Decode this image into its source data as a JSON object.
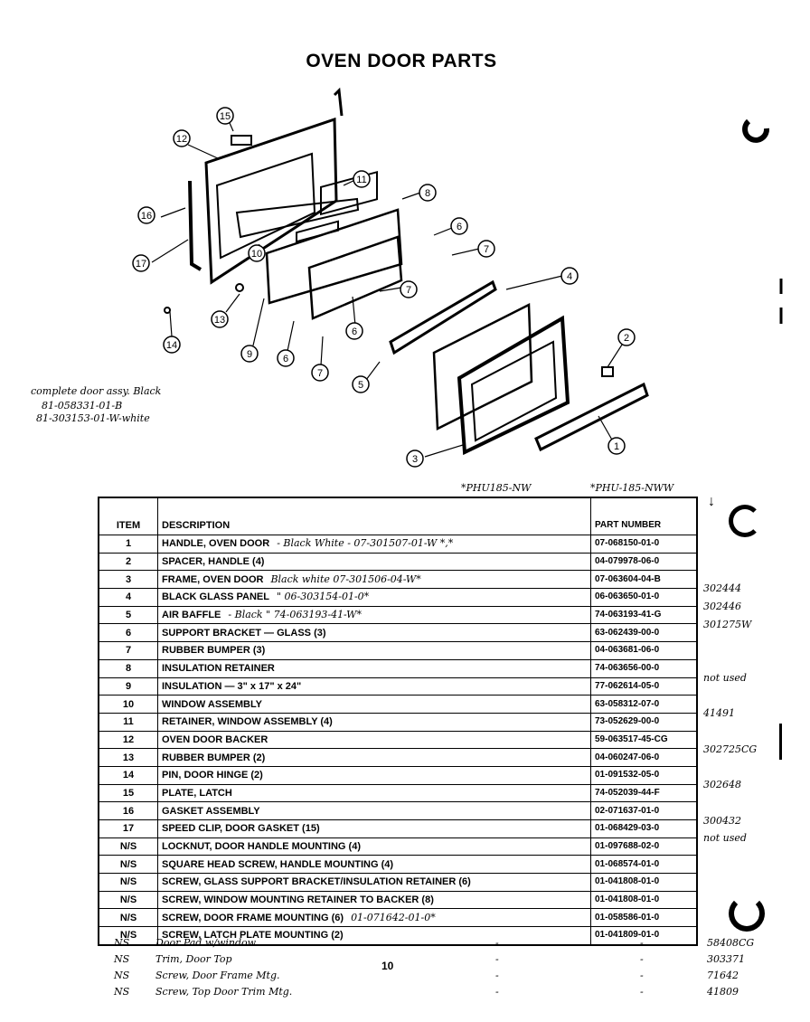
{
  "title": "OVEN DOOR PARTS",
  "assembly_note": {
    "line1": "complete door assy. Black",
    "line2": "81-058331-01-B",
    "line3": "81-303153-01-W-white"
  },
  "column_notes": {
    "left": "*PHU185-NW",
    "right": "*PHU-185-NWW"
  },
  "callouts": [
    "1",
    "2",
    "3",
    "4",
    "5",
    "6",
    "6",
    "6",
    "7",
    "7",
    "7",
    "8",
    "9",
    "10",
    "11",
    "12",
    "13",
    "14",
    "15",
    "16",
    "17"
  ],
  "table": {
    "headers": {
      "item": "ITEM",
      "description": "DESCRIPTION",
      "part": "PART NUMBER"
    },
    "rows": [
      {
        "item": "1",
        "desc": "HANDLE, OVEN DOOR",
        "hand": "- Black   White - 07-301507-01-W *,*",
        "part": "07-068150-01-0",
        "note": ""
      },
      {
        "item": "2",
        "desc": "SPACER, HANDLE (4)",
        "hand": "",
        "part": "04-079978-06-0",
        "note": ""
      },
      {
        "item": "3",
        "desc": "FRAME, OVEN DOOR",
        "hand": "Black   white 07-301506-04-W*",
        "part": "07-063604-04-B",
        "note": "302444"
      },
      {
        "item": "4",
        "desc": "BLACK GLASS PANEL",
        "hand": "\"   06-303154-01-0*",
        "part": "06-063650-01-0",
        "note": "302446"
      },
      {
        "item": "5",
        "desc": "AIR BAFFLE",
        "hand": "- Black   \"   74-063193-41-W*",
        "part": "74-063193-41-G",
        "note": "301275W"
      },
      {
        "item": "6",
        "desc": "SUPPORT BRACKET — GLASS (3)",
        "hand": "",
        "part": "63-062439-00-0",
        "note": ""
      },
      {
        "item": "7",
        "desc": "RUBBER BUMPER (3)",
        "hand": "",
        "part": "04-063681-06-0",
        "note": ""
      },
      {
        "item": "8",
        "desc": "INSULATION RETAINER",
        "hand": "",
        "part": "74-063656-00-0",
        "note": "not used"
      },
      {
        "item": "9",
        "desc": "INSULATION — 3\" x 17\" x 24\"",
        "hand": "",
        "part": "77-062614-05-0",
        "note": ""
      },
      {
        "item": "10",
        "desc": "WINDOW ASSEMBLY",
        "hand": "",
        "part": "63-058312-07-0",
        "note": "41491"
      },
      {
        "item": "11",
        "desc": "RETAINER, WINDOW ASSEMBLY (4)",
        "hand": "",
        "part": "73-052629-00-0",
        "note": ""
      },
      {
        "item": "12",
        "desc": "OVEN DOOR BACKER",
        "hand": "",
        "part": "59-063517-45-CG",
        "note": "302725CG"
      },
      {
        "item": "13",
        "desc": "RUBBER BUMPER (2)",
        "hand": "",
        "part": "04-060247-06-0",
        "note": ""
      },
      {
        "item": "14",
        "desc": "PIN, DOOR HINGE (2)",
        "hand": "",
        "part": "01-091532-05-0",
        "note": "302648"
      },
      {
        "item": "15",
        "desc": "PLATE, LATCH",
        "hand": "",
        "part": "74-052039-44-F",
        "note": ""
      },
      {
        "item": "16",
        "desc": "GASKET ASSEMBLY",
        "hand": "",
        "part": "02-071637-01-0",
        "note": "300432"
      },
      {
        "item": "17",
        "desc": "SPEED CLIP, DOOR GASKET (15)",
        "hand": "",
        "part": "01-068429-03-0",
        "note": "not used"
      },
      {
        "item": "N/S",
        "desc": "LOCKNUT, DOOR HANDLE MOUNTING (4)",
        "hand": "",
        "part": "01-097688-02-0",
        "note": ""
      },
      {
        "item": "N/S",
        "desc": "SQUARE HEAD SCREW, HANDLE MOUNTING (4)",
        "hand": "",
        "part": "01-068574-01-0",
        "note": ""
      },
      {
        "item": "N/S",
        "desc": "SCREW, GLASS SUPPORT BRACKET/INSULATION RETAINER (6)",
        "hand": "",
        "part": "01-041808-01-0",
        "note": ""
      },
      {
        "item": "N/S",
        "desc": "SCREW, WINDOW MOUNTING RETAINER TO BACKER (8)",
        "hand": "",
        "part": "01-041808-01-0",
        "note": ""
      },
      {
        "item": "N/S",
        "desc": "SCREW, DOOR FRAME MOUNTING (6)",
        "hand": "01-071642-01-0*",
        "part": "01-058586-01-0",
        "note": ""
      },
      {
        "item": "N/S",
        "desc": "SCREW, LATCH PLATE MOUNTING (2)",
        "hand": "",
        "part": "01-041809-01-0",
        "note": ""
      }
    ]
  },
  "handwritten_rows": [
    {
      "item": "NS",
      "desc": "Door Pad w/window",
      "dash1": "-",
      "dash2": "-",
      "num": "58408CG"
    },
    {
      "item": "NS",
      "desc": "Trim, Door Top",
      "dash1": "-",
      "dash2": "-",
      "num": "303371"
    },
    {
      "item": "NS",
      "desc": "Screw, Door Frame Mtg.",
      "dash1": "-",
      "dash2": "-",
      "num": "71642"
    },
    {
      "item": "NS",
      "desc": "Screw, Top Door Trim Mtg.",
      "dash1": "-",
      "dash2": "-",
      "num": "41809"
    }
  ],
  "page_number": "10"
}
